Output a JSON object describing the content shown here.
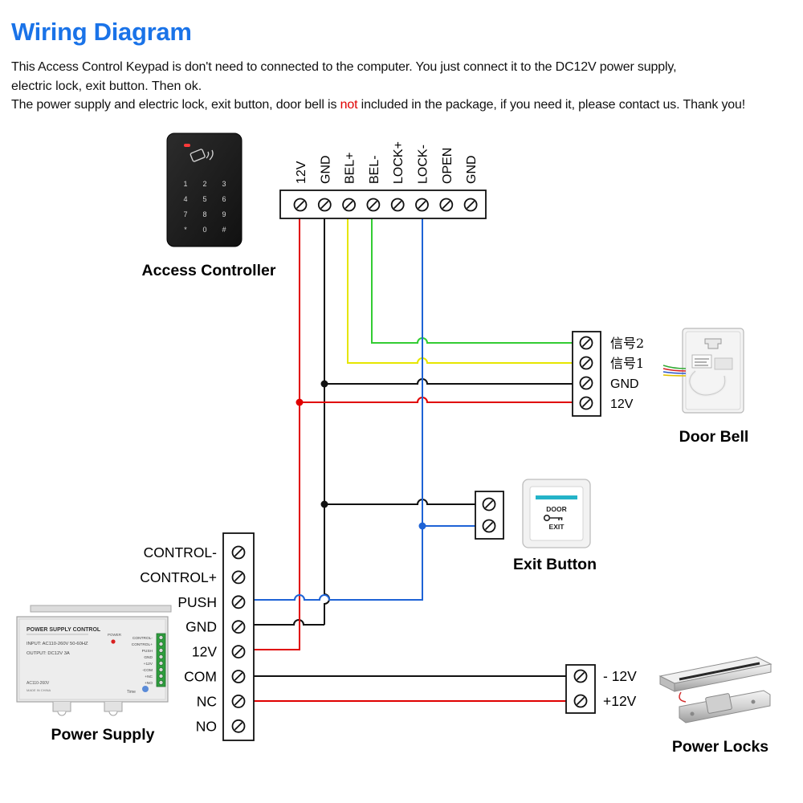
{
  "header": {
    "title": "Wiring Diagram",
    "line1": "This Access Control Keypad is don't need to connected to the computer. You just connect it to the DC12V power supply,",
    "line2": "electric lock, exit button. Then ok.",
    "line3_before": "The power supply and electric lock, exit button, door bell is ",
    "line3_highlight": "not",
    "line3_after": " included in the package, if you need it, please contact us. Thank you!"
  },
  "controller": {
    "caption": "Access Controller",
    "terminals": [
      "12V",
      "GND",
      "BEL+",
      "BEL-",
      "LOCK+",
      "LOCK-",
      "OPEN",
      "GND"
    ],
    "keys": [
      "1",
      "2",
      "3",
      "4",
      "5",
      "6",
      "7",
      "8",
      "9",
      "*",
      "0",
      "#"
    ]
  },
  "door_bell": {
    "caption": "Door Bell",
    "terminals": [
      "信号2",
      "信号1",
      "GND",
      "12V"
    ]
  },
  "exit_button": {
    "caption": "Exit Button",
    "face_top": "DOOR",
    "face_bottom": "EXIT"
  },
  "power_supply": {
    "caption": "Power Supply",
    "terminals": [
      "CONTROL-",
      "CONTROL+",
      "PUSH",
      "GND",
      "12V",
      "COM",
      "NC",
      "NO"
    ],
    "device_title": "POWER SUPPLY CONTROL",
    "device_input": "INPUT: AC110-260V 50-60HZ",
    "device_output": "OUTPUT: DC12V 3A",
    "device_ac": "AC110-260V",
    "device_made": "MADE IN CHINA",
    "device_power": "POWER",
    "device_time": "Time",
    "device_terms": [
      "CONTROL-",
      "CONTROL+",
      "PUSH",
      "GND",
      "+12V",
      "-COM",
      "+NC",
      "+NO"
    ]
  },
  "power_locks": {
    "caption": "Power Locks",
    "terminals": [
      "- 12V",
      "+12V"
    ]
  },
  "colors": {
    "title": "#1a73e8",
    "red": "#e00000",
    "black": "#111111",
    "yellow": "#e6e600",
    "green": "#33cc33",
    "blue": "#1e63d6"
  }
}
